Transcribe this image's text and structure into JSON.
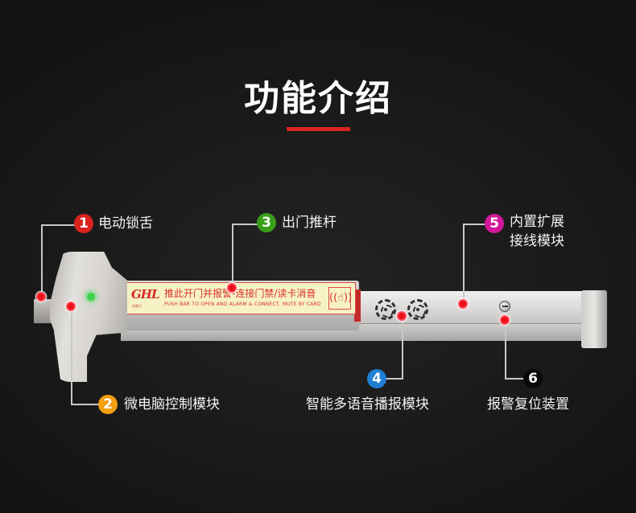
{
  "header": {
    "title": "功能介绍",
    "accent_color": "#d9231f"
  },
  "product": {
    "sticker": {
      "brand": "GHL",
      "brand_sub": "金盾力",
      "text_cn": "推此开门并报警-连接门禁/读卡消音",
      "text_en": "PUSH BAR TO OPEN AND ALARM & CONNECT, MUTE BY CARD",
      "card_icon": "((☝))"
    }
  },
  "callouts": [
    {
      "number": "1",
      "label": "电动锁舌",
      "color": "#d9231f"
    },
    {
      "number": "2",
      "label": "微电脑控制模块",
      "color": "#f2a00f"
    },
    {
      "number": "3",
      "label": "出门推杆",
      "color": "#3a9e1a"
    },
    {
      "number": "4",
      "label": "智能多语音播报模块",
      "color": "#1f7fd4"
    },
    {
      "number": "5",
      "label_line1": "内置扩展",
      "label_line2": "接线模块",
      "color": "#d2179a"
    },
    {
      "number": "6",
      "label": "报警复位装置",
      "color": "#0a0a0a"
    }
  ]
}
